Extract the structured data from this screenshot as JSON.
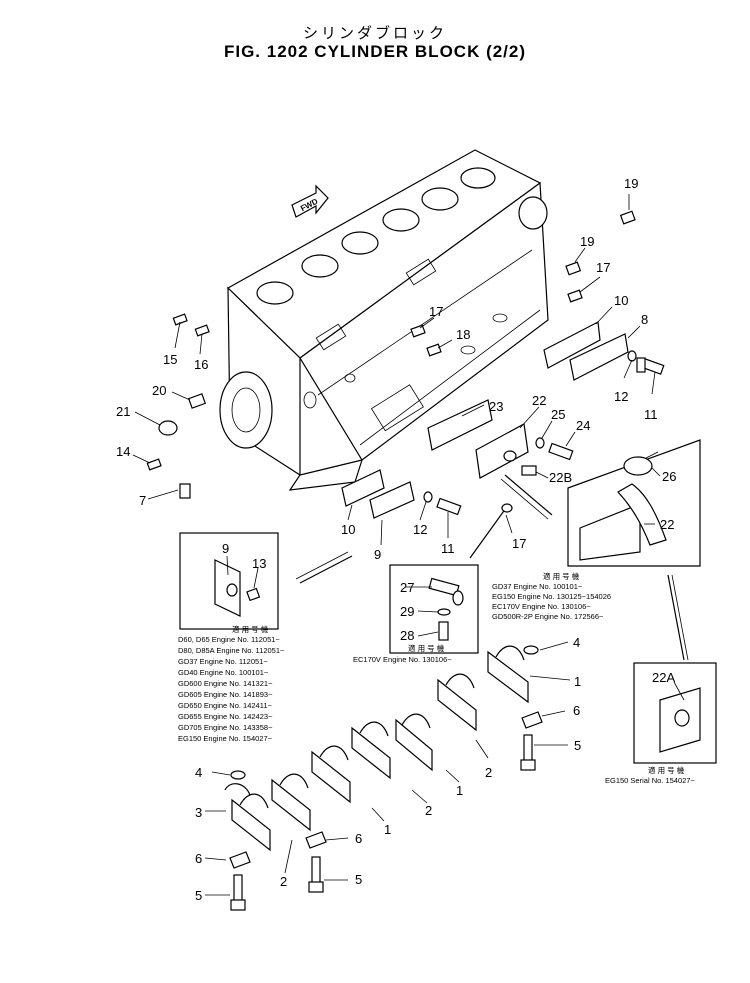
{
  "header": {
    "title_jp": "シリンダブロック",
    "title": "FIG. 1202  CYLINDER  BLOCK  (2/2)"
  },
  "fwd_label": "FWD",
  "callouts": [
    {
      "id": "c19a",
      "text": "19"
    },
    {
      "id": "c19b",
      "text": "19"
    },
    {
      "id": "c17a",
      "text": "17"
    },
    {
      "id": "c10a",
      "text": "10"
    },
    {
      "id": "c8",
      "text": "8"
    },
    {
      "id": "c17b",
      "text": "17"
    },
    {
      "id": "c18",
      "text": "18"
    },
    {
      "id": "c12a",
      "text": "12"
    },
    {
      "id": "c11a",
      "text": "11"
    },
    {
      "id": "c15",
      "text": "15"
    },
    {
      "id": "c16",
      "text": "16"
    },
    {
      "id": "c20",
      "text": "20"
    },
    {
      "id": "c21",
      "text": "21"
    },
    {
      "id": "c14",
      "text": "14"
    },
    {
      "id": "c7",
      "text": "7"
    },
    {
      "id": "c23",
      "text": "23"
    },
    {
      "id": "c22a",
      "text": "22"
    },
    {
      "id": "c25",
      "text": "25"
    },
    {
      "id": "c24",
      "text": "24"
    },
    {
      "id": "c22b",
      "text": "22B"
    },
    {
      "id": "c26",
      "text": "26"
    },
    {
      "id": "c22c",
      "text": "22"
    },
    {
      "id": "c10b",
      "text": "10"
    },
    {
      "id": "c12b",
      "text": "12"
    },
    {
      "id": "c11b",
      "text": "11"
    },
    {
      "id": "c9a",
      "text": "9"
    },
    {
      "id": "c17c",
      "text": "17"
    },
    {
      "id": "c9b",
      "text": "9"
    },
    {
      "id": "c13",
      "text": "13"
    },
    {
      "id": "c27",
      "text": "27"
    },
    {
      "id": "c29",
      "text": "29"
    },
    {
      "id": "c28",
      "text": "28"
    },
    {
      "id": "c4a",
      "text": "4"
    },
    {
      "id": "c1a",
      "text": "1"
    },
    {
      "id": "c6a",
      "text": "6"
    },
    {
      "id": "c5a",
      "text": "5"
    },
    {
      "id": "c2a",
      "text": "2"
    },
    {
      "id": "c1b",
      "text": "1"
    },
    {
      "id": "c2b",
      "text": "2"
    },
    {
      "id": "c1c",
      "text": "1"
    },
    {
      "id": "c4b",
      "text": "4"
    },
    {
      "id": "c3",
      "text": "3"
    },
    {
      "id": "c6b",
      "text": "6"
    },
    {
      "id": "c6c",
      "text": "6"
    },
    {
      "id": "c2c",
      "text": "2"
    },
    {
      "id": "c5b",
      "text": "5"
    },
    {
      "id": "c5c",
      "text": "5"
    },
    {
      "id": "c22A",
      "text": "22A"
    }
  ],
  "applicability_left": {
    "header_jp": "適 用 号 機",
    "rows": [
      "D60, D65     Engine  No. 112051~",
      "D80, D85A   Engine  No. 112051~",
      "GD37          Engine  No. 112051~",
      "GD40          Engine  No. 100101~",
      "GD600        Engine  No. 141321~",
      "GD605        Engine  No. 141893~",
      "GD650        Engine  No. 142411~",
      "GD655        Engine  No. 142423~",
      "GD705        Engine  No. 143358~",
      "EG150        Engine  No. 154027~"
    ]
  },
  "applicability_middle": {
    "header_jp": "適 用 号 機",
    "rows": [
      "EC170V  Engine No. 130106~"
    ]
  },
  "applicability_right": {
    "header_jp": "適 用 号 機",
    "rows": [
      "GD37          Engine  No. 100101~",
      "EG150        Engine  No. 130125~154026",
      "EC170V      Engine  No. 130106~",
      "GD500R-2P  Engine  No. 172566~"
    ]
  },
  "applicability_22A": {
    "header_jp": "適 用 号 機",
    "rows": [
      "EG150 Serial No. 154027~"
    ]
  }
}
